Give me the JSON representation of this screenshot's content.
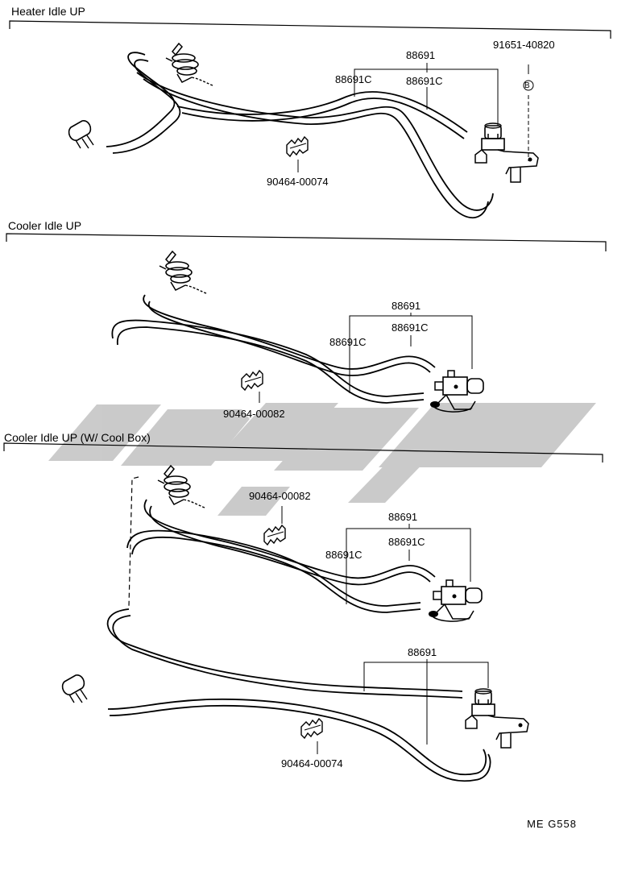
{
  "sections": [
    {
      "title": "Heater Idle UP",
      "labels": {
        "set": "88691",
        "hose_a": "88691C",
        "hose_b": "88691C",
        "bolt": "91651-40820",
        "clamp": "90464-00074",
        "ref": "B"
      }
    },
    {
      "title": "Cooler Idle UP",
      "labels": {
        "set": "88691",
        "hose_a": "88691C",
        "hose_b": "88691C",
        "clamp": "90464-00082"
      }
    },
    {
      "title": "Cooler Idle UP (W/ Cool Box)",
      "labels": {
        "clamp_top": "90464-00082",
        "set_upper": "88691",
        "hose_a": "88691C",
        "hose_b": "88691C",
        "set_lower": "88691",
        "clamp_bottom": "90464-00074"
      }
    }
  ],
  "sheet_code": "ME  G558",
  "colors": {
    "line": "#000000",
    "watermark": "#c8c8c8",
    "background": "#ffffff"
  }
}
